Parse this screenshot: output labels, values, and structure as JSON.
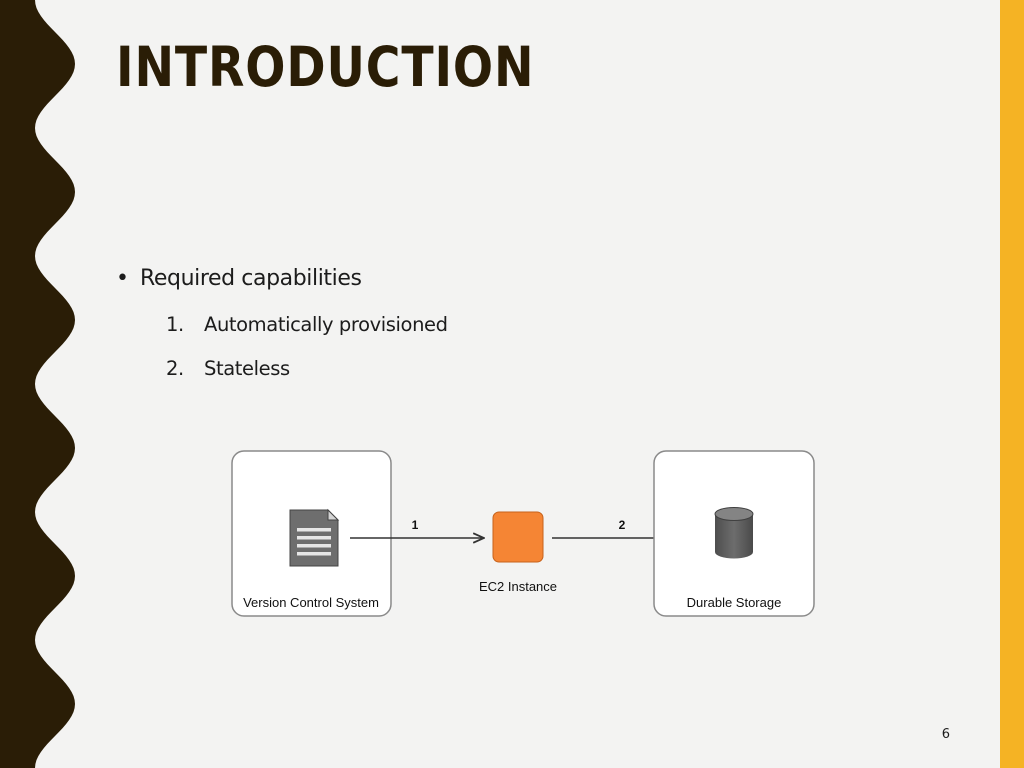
{
  "slide": {
    "title": "INTRODUCTION",
    "bullet_symbol": "•",
    "bullet": "Required capabilities",
    "numbered": [
      {
        "label": "1.",
        "text": "Automatically provisioned"
      },
      {
        "label": "2.",
        "text": "Stateless"
      }
    ],
    "page_number": "6"
  },
  "diagram": {
    "nodes": {
      "source": {
        "label": "Version Control System",
        "icon": "document-icon"
      },
      "compute": {
        "label": "EC2 Instance",
        "icon": "ec2-instance-icon"
      },
      "storage": {
        "label": "Durable Storage",
        "icon": "database-cylinder-icon"
      }
    },
    "edges": [
      {
        "from": "source",
        "to": "compute",
        "label": "1"
      },
      {
        "from": "compute",
        "to": "storage",
        "label": "2"
      }
    ]
  },
  "colors": {
    "background": "#f3f3f2",
    "wave_border": "#2a1d06",
    "accent": "#f5b324",
    "title": "#2a1d06",
    "text": "#1c1c1c",
    "ec2_orange": "#f58534",
    "storage_gray": "#5b5b5b"
  }
}
